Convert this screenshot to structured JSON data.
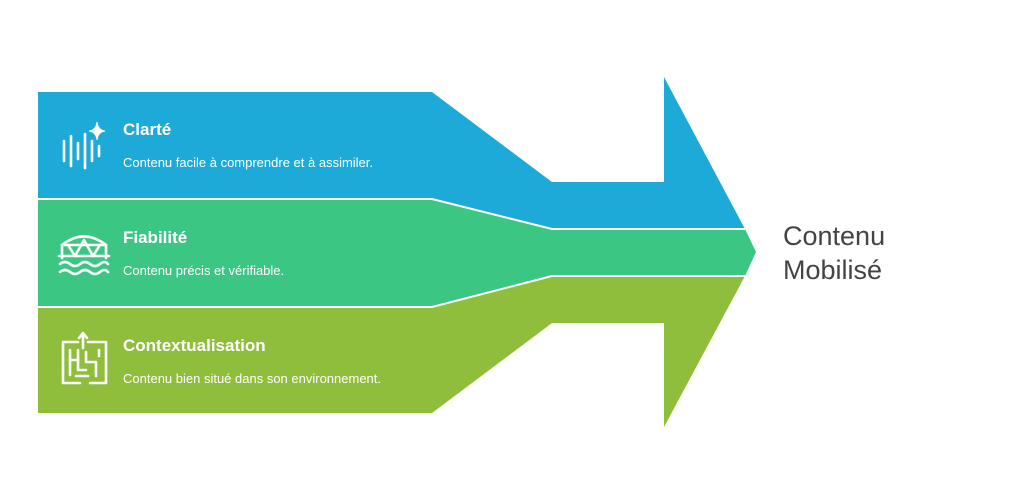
{
  "items": [
    {
      "title": "Clarté",
      "description": "Contenu facile à comprendre et à assimiler.",
      "icon": "sound-wave-sparkle-icon",
      "color": "#1EAAD9"
    },
    {
      "title": "Fiabilité",
      "description": "Contenu précis et vérifiable.",
      "icon": "bridge-water-icon",
      "color": "#3CC684"
    },
    {
      "title": "Contextualisation",
      "description": "Contenu bien situé dans son environnement.",
      "icon": "maze-icon",
      "color": "#8FBD3C"
    }
  ],
  "result": {
    "line1": "Contenu",
    "line2": "Mobilisé",
    "color": "#444444"
  }
}
